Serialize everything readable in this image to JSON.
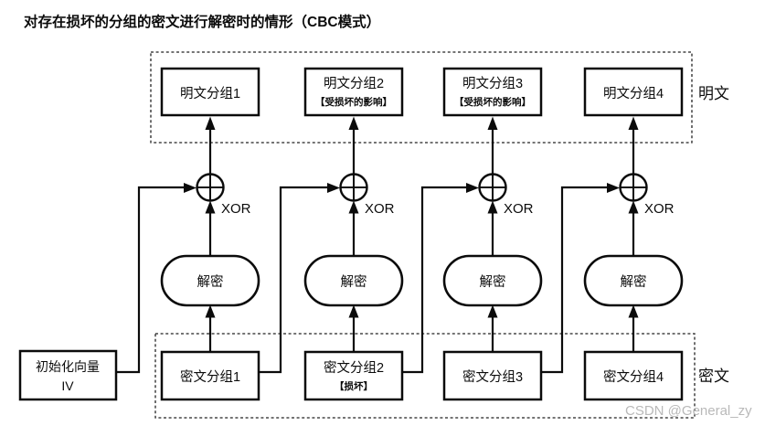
{
  "title": "对存在损坏的分组的密文进行解密时的情形（CBC模式）",
  "region_labels": {
    "plaintext": "明文",
    "ciphertext": "密文"
  },
  "xor_label": "XOR",
  "decrypt_label": "解密",
  "plaintext_blocks": [
    {
      "label": "明文分组1",
      "note": ""
    },
    {
      "label": "明文分组2",
      "note": "【受损坏的影响】"
    },
    {
      "label": "明文分组3",
      "note": "【受损坏的影响】"
    },
    {
      "label": "明文分组4",
      "note": ""
    }
  ],
  "ciphertext_blocks": [
    {
      "label": "密文分组1",
      "note": ""
    },
    {
      "label": "密文分组2",
      "note": "【损坏】"
    },
    {
      "label": "密文分组3",
      "note": ""
    },
    {
      "label": "密文分组4",
      "note": ""
    }
  ],
  "iv_block": {
    "label": "初始化向量",
    "sublabel": "IV"
  },
  "watermark": "CSDN @General_zy",
  "colors": {
    "line": "#0b0b0b",
    "hatch": "#777777",
    "watermark": "#b9b9b9",
    "background": "#ffffff"
  }
}
